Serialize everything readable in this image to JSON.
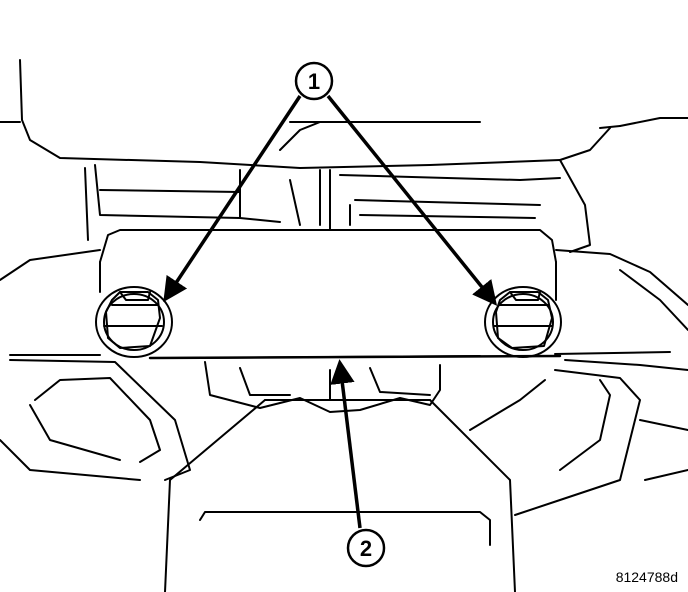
{
  "callouts": [
    {
      "label": "1"
    },
    {
      "label": "2"
    }
  ],
  "figure_id": "8124788d",
  "colors": {
    "line": "#000000",
    "background": "#ffffff"
  }
}
